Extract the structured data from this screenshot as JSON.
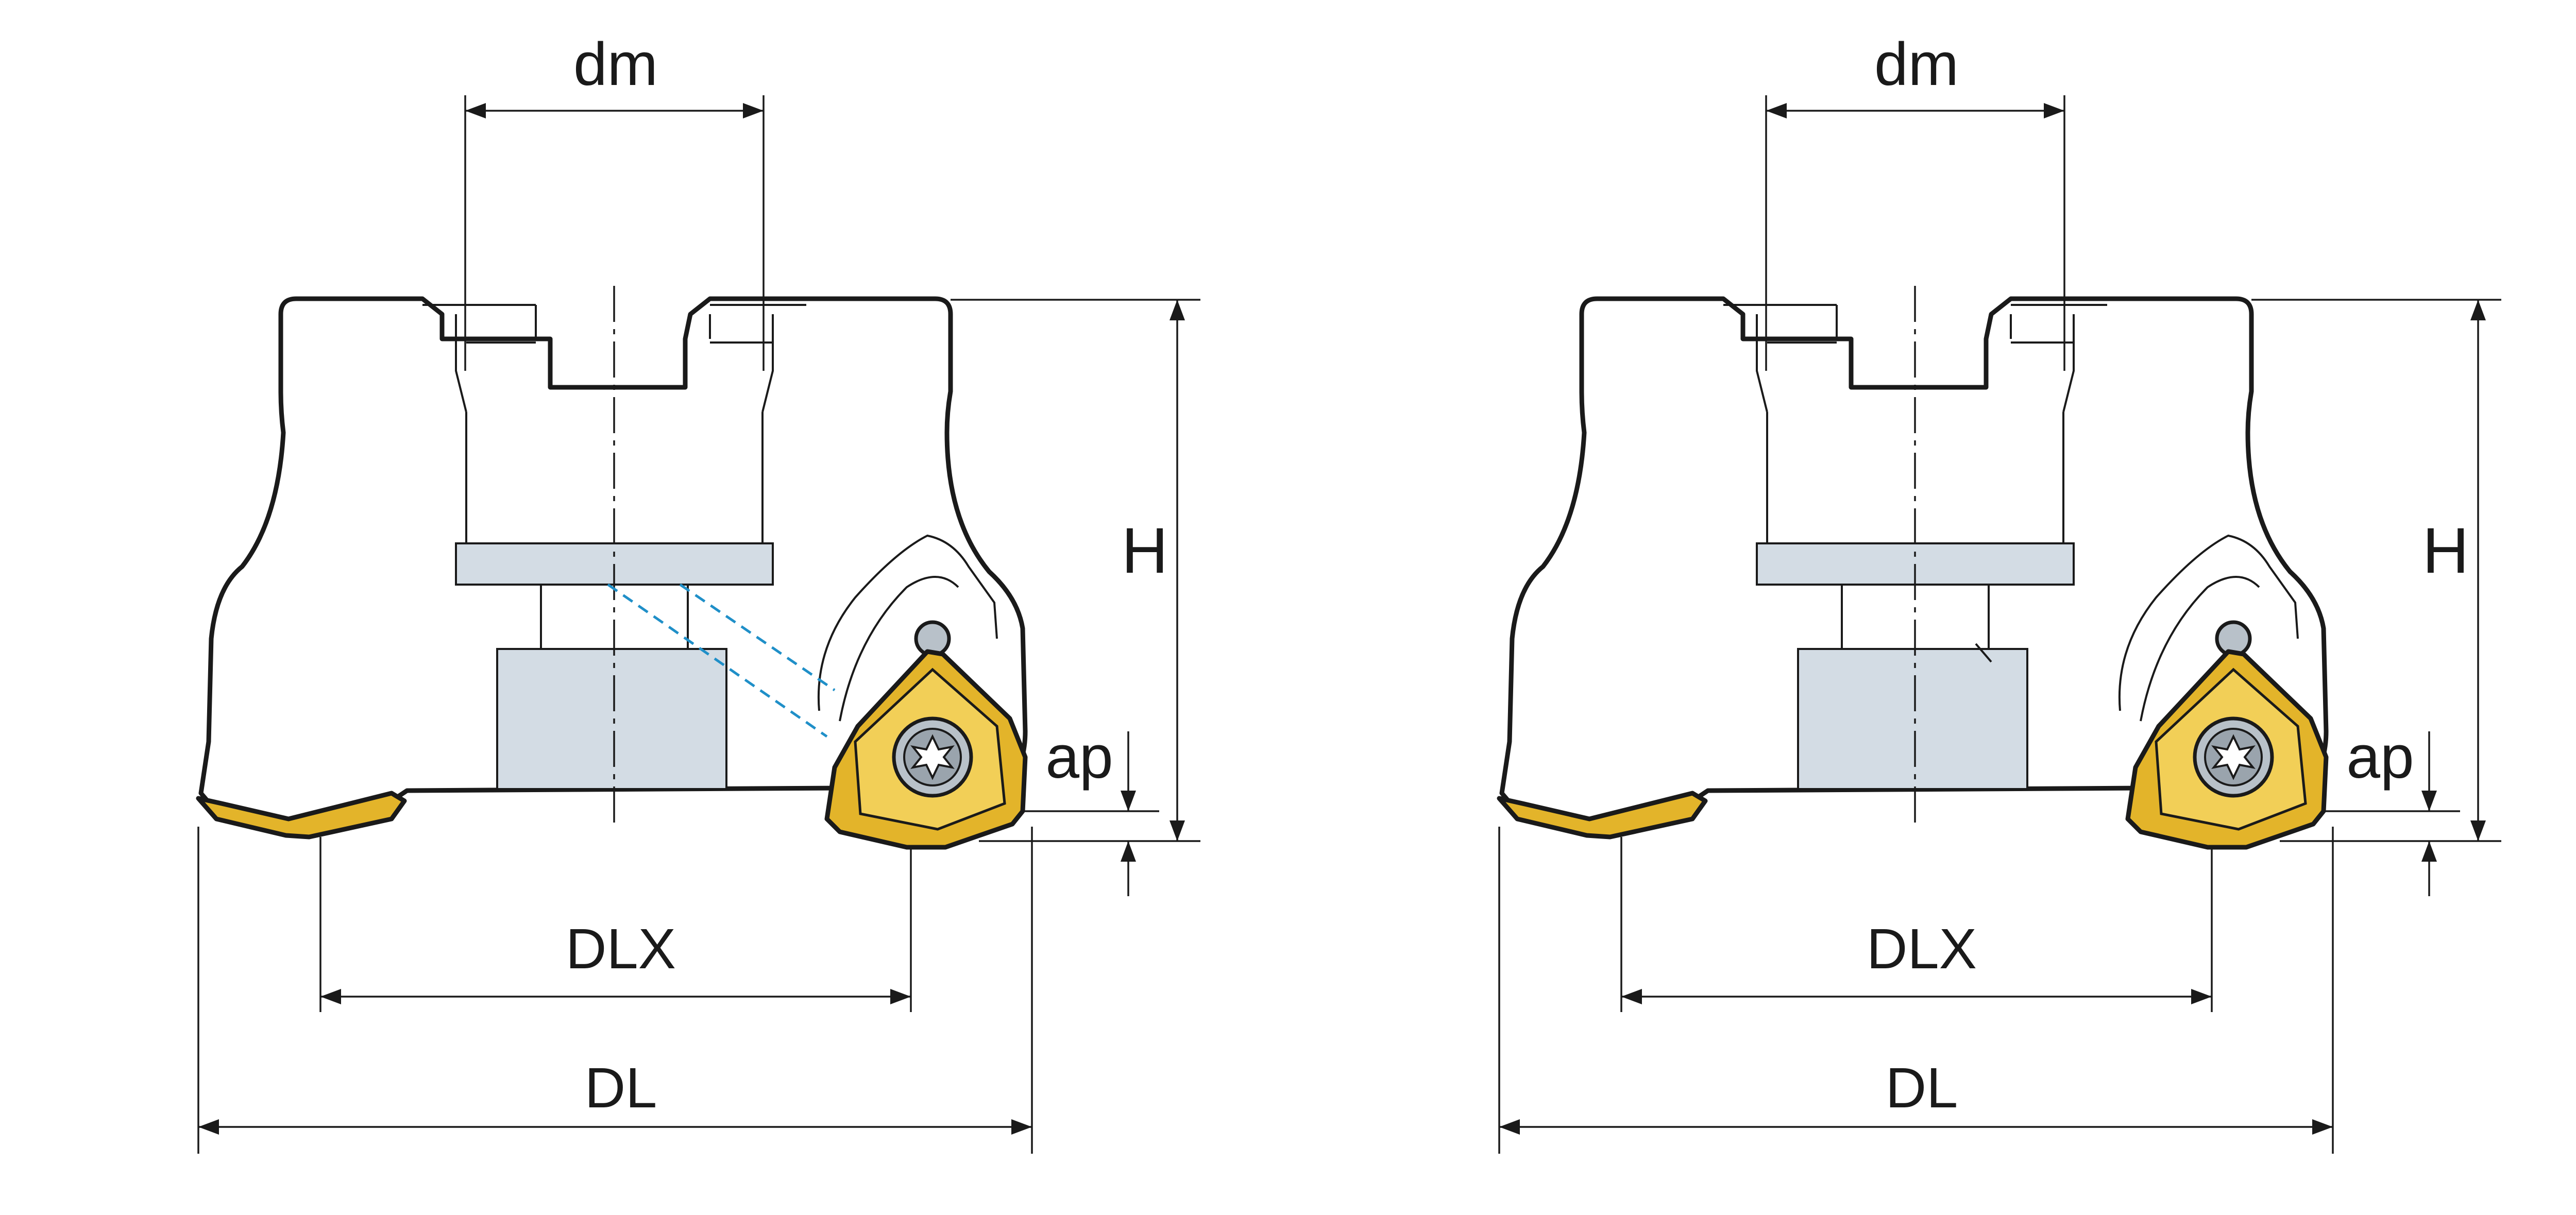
{
  "views": [
    {
      "name": "left-view",
      "has_coolant": true,
      "labels": {
        "dm": "dm",
        "H": "H",
        "ap": "ap",
        "DLX": "DLX",
        "DL": "DL"
      }
    },
    {
      "name": "right-view",
      "has_coolant": false,
      "labels": {
        "dm": "dm",
        "H": "H",
        "ap": "ap",
        "DLX": "DLX",
        "DL": "DL"
      }
    }
  ],
  "colors": {
    "body": "#d3dce4",
    "insert": "#e3b42a",
    "insert_highlight": "#f2cf57",
    "coolant_channel": "#1f8fc8",
    "line": "#1a1a1a"
  }
}
